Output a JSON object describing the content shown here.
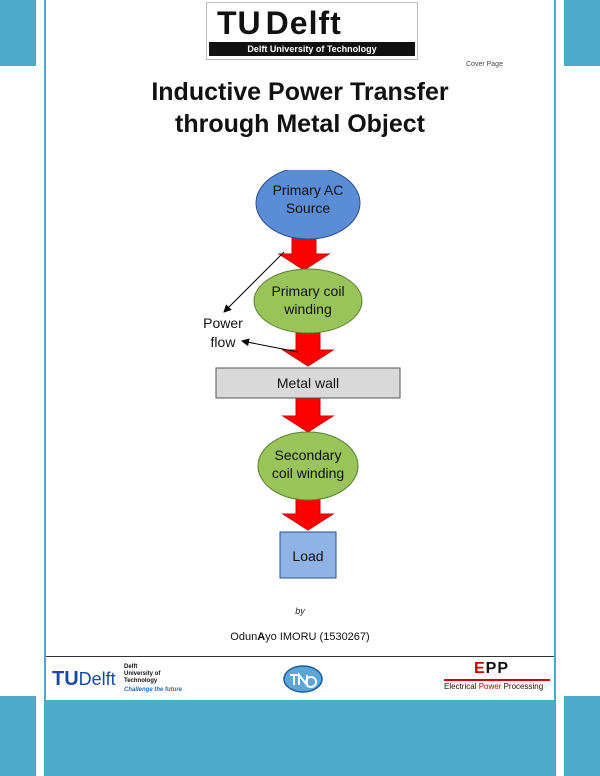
{
  "header": {
    "logo_tu": "TU",
    "logo_delft": "Delft",
    "logo_tagline": "Delft University of Technology",
    "cover_label": "Cover Page"
  },
  "title": {
    "line1": "Inductive Power Transfer",
    "line2": "through Metal Object"
  },
  "diagram": {
    "source": [
      "Primary AC",
      "Source"
    ],
    "primary_coil": [
      "Primary coil",
      "winding"
    ],
    "metal_wall": "Metal wall",
    "secondary_coil": [
      "Secondary",
      "coil winding"
    ],
    "load": "Load",
    "power_flow": [
      "Power",
      "flow"
    ]
  },
  "byline": {
    "by": "by",
    "author_pre": "Odun",
    "author_bold": "A",
    "author_post": "yo IMORU (1530267)"
  },
  "footer": {
    "tud_tu": "TU",
    "tud_delft": "Delft",
    "tud_uni": [
      "Delft",
      "University of",
      "Technology"
    ],
    "tud_challenge": "Challenge the future",
    "epp_e": "E",
    "epp_pp": "PP",
    "epp_sub_a": "Electrical ",
    "epp_sub_p": "Power",
    "epp_sub_b": " Processing"
  },
  "colors": {
    "page_border": "#4eaac9",
    "source_fill": "#5b8dd6",
    "coil_fill": "#99c45a",
    "wall_fill": "#d9d9d9",
    "load_fill": "#8fb3e5",
    "arrow_fill": "#ff0000"
  }
}
